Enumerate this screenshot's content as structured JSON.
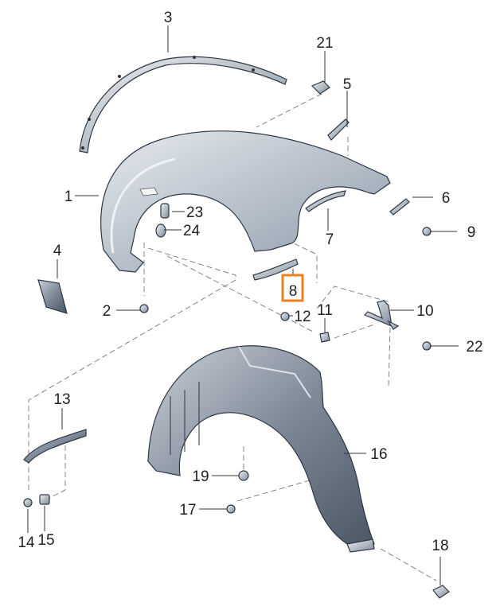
{
  "highlight_color": "#f07f1f",
  "highlighted_callout": "8",
  "parts": {
    "p1": {
      "label": "1"
    },
    "p2": {
      "label": "2"
    },
    "p3": {
      "label": "3"
    },
    "p4": {
      "label": "4"
    },
    "p5": {
      "label": "5"
    },
    "p6": {
      "label": "6"
    },
    "p7": {
      "label": "7"
    },
    "p8": {
      "label": "8"
    },
    "p9": {
      "label": "9"
    },
    "p10": {
      "label": "10"
    },
    "p11": {
      "label": "11"
    },
    "p12": {
      "label": "12"
    },
    "p13": {
      "label": "13"
    },
    "p14": {
      "label": "14"
    },
    "p15": {
      "label": "15"
    },
    "p16": {
      "label": "16"
    },
    "p17": {
      "label": "17"
    },
    "p18": {
      "label": "18"
    },
    "p19": {
      "label": "19"
    },
    "p21": {
      "label": "21"
    },
    "p22": {
      "label": "22"
    },
    "p23": {
      "label": "23"
    },
    "p24": {
      "label": "24"
    }
  }
}
